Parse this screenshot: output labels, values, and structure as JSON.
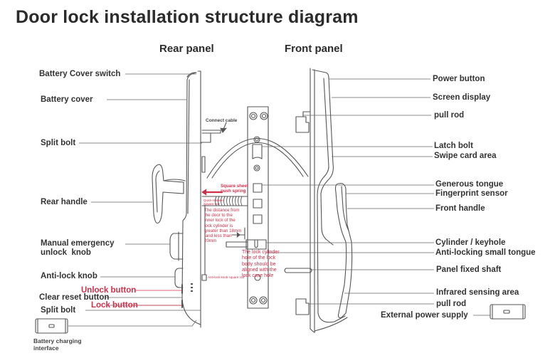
{
  "title": "Door lock installation structure diagram",
  "panels": {
    "rear": "Rear panel",
    "front": "Front panel"
  },
  "colors": {
    "text": "#333333",
    "accent_red": "#d0304a",
    "line": "#555555"
  },
  "rear_labels": [
    {
      "id": "battery-cover-switch",
      "text": "Battery Cover switch"
    },
    {
      "id": "battery-cover",
      "text": "Battery cover"
    },
    {
      "id": "split-bolt-top",
      "text": "Split bolt"
    },
    {
      "id": "rear-handle",
      "text": "Rear handle"
    },
    {
      "id": "manual-emergency-unlock-knob",
      "text": "Manual emergency\nunlock  knob"
    },
    {
      "id": "anti-lock-knob",
      "text": "Anti-lock knob"
    },
    {
      "id": "unlock-button",
      "text": "Unlock button"
    },
    {
      "id": "clear-reset-button",
      "text": "Clear reset button"
    },
    {
      "id": "lock-button",
      "text": "Lock button"
    },
    {
      "id": "split-bolt-bottom",
      "text": "Split bolt"
    },
    {
      "id": "battery-charging-interface",
      "text": "Battery charging\ninterface"
    }
  ],
  "front_labels": [
    {
      "id": "power-button",
      "text": "Power button"
    },
    {
      "id": "screen-display",
      "text": "Screen display"
    },
    {
      "id": "pull-rod-top",
      "text": "pull rod"
    },
    {
      "id": "latch-bolt",
      "text": "Latch bolt"
    },
    {
      "id": "swipe-card-area",
      "text": "Swipe card area"
    },
    {
      "id": "generous-tongue",
      "text": "Generous tongue"
    },
    {
      "id": "fingerprint-sensor",
      "text": "Fingerprint sensor"
    },
    {
      "id": "front-handle",
      "text": "Front handle"
    },
    {
      "id": "cylinder-keyhole",
      "text": "Cylinder / keyhole"
    },
    {
      "id": "anti-locking-small-tongue",
      "text": "Anti-locking small tongue"
    },
    {
      "id": "panel-fixed-shaft",
      "text": "Panel fixed shaft"
    },
    {
      "id": "infrared-sensing-area",
      "text": "Infrared sensing area"
    },
    {
      "id": "pull-rod-bottom",
      "text": "pull rod"
    },
    {
      "id": "external-power-supply",
      "text": "External power supply"
    }
  ],
  "center_labels": {
    "connect_cable": "Connect cable",
    "square_sheet_push_spring": "Square sheet\npush spring",
    "quick_spring_note": "Quick-release\nSquare rod",
    "distance_note": "The distance from\nthe door to the\ninner lock of the\nlock cylinder is\ngreater than 18mm\n and less than\n20mm",
    "cylinder_align_note": "The lock cylinder\nhole of the lock\nbody should be\naligned with the\nlock case hole",
    "anti_lock_square_rod": "Anti-lock knob square rod"
  }
}
